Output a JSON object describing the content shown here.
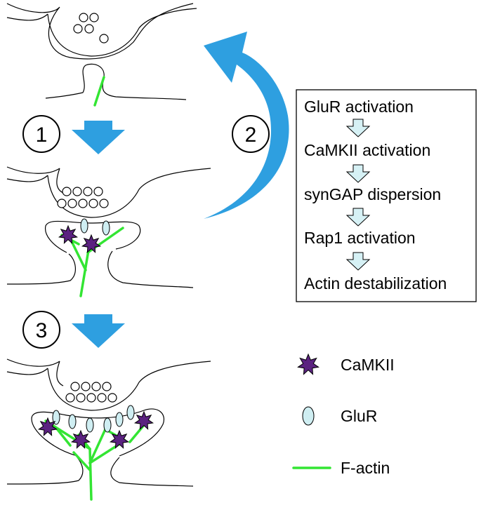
{
  "steps": {
    "step1": "1",
    "step2": "2",
    "step3": "3"
  },
  "flow": {
    "items": [
      "GluR activation",
      "CaMKII activation",
      "synGAP dispersion",
      "Rap1 activation",
      "Actin destabilization"
    ]
  },
  "legend": {
    "camkii": "CaMKII",
    "glur": "GluR",
    "factin": "F-actin"
  },
  "colors": {
    "arrow": "#2e9fe0",
    "camkii": "#5b2280",
    "glur": "#cfeef2",
    "factin": "#33e533"
  },
  "icons": {
    "camkii": "star-icon",
    "glur": "ellipse-icon",
    "factin": "green-line-icon",
    "step_arrow": "down-arrow-icon",
    "cycle_arrow": "curved-arrow-icon"
  }
}
